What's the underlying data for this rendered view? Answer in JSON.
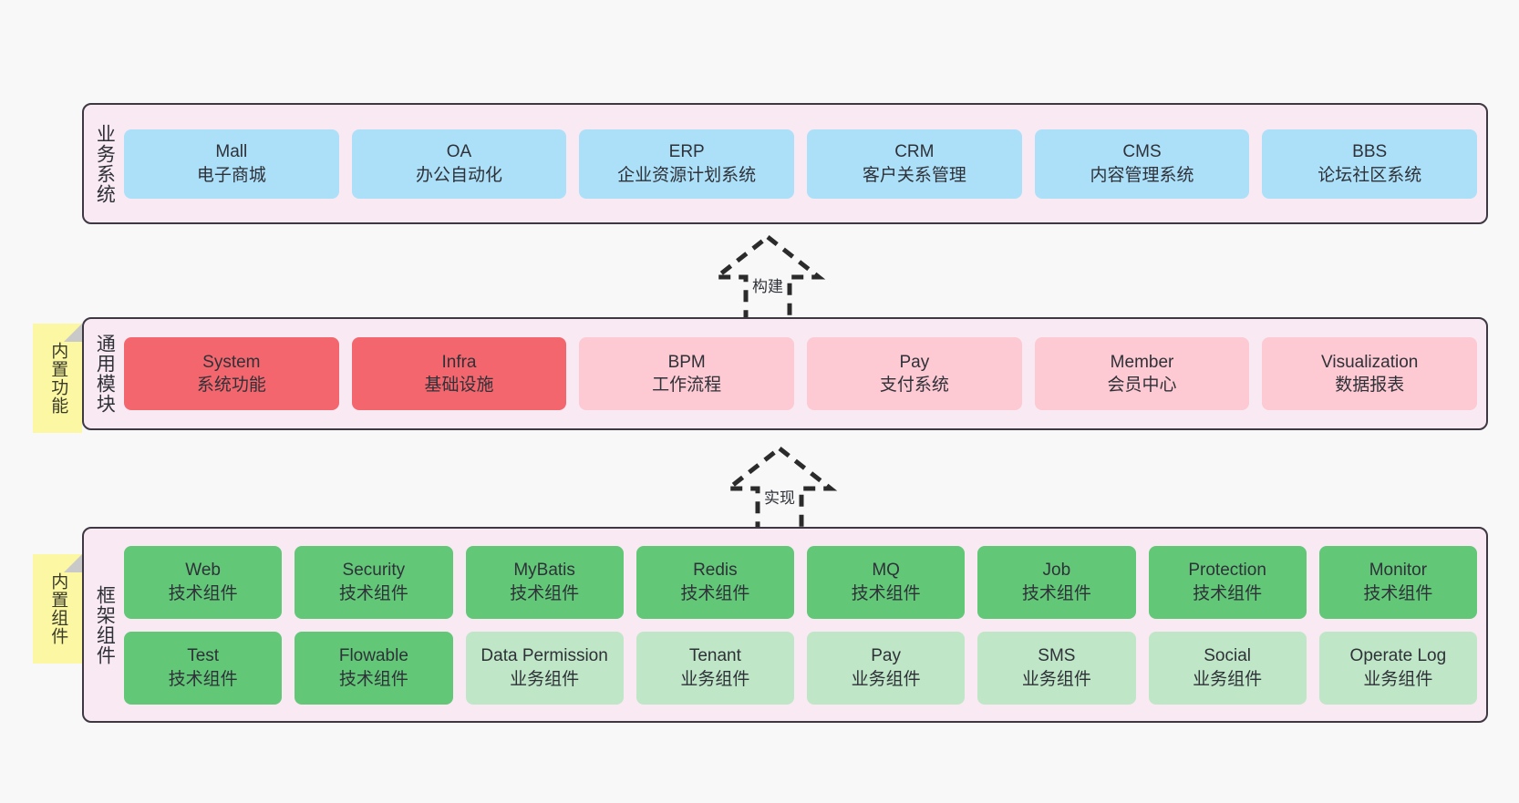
{
  "diagram": {
    "background_color": "#f8f8f8",
    "container_fill": "#f8e9f3",
    "container_border": "#3d3842",
    "note_color": "#fbf7a3"
  },
  "layers": [
    {
      "id": "business",
      "title": "业务系统",
      "card_color": "#ace0f9",
      "rows": [
        [
          {
            "en": "Mall",
            "cn": "电子商城",
            "style": "c-blue"
          },
          {
            "en": "OA",
            "cn": "办公自动化",
            "style": "c-blue"
          },
          {
            "en": "ERP",
            "cn": "企业资源计划系统",
            "style": "c-blue"
          },
          {
            "en": "CRM",
            "cn": "客户关系管理",
            "style": "c-blue"
          },
          {
            "en": "CMS",
            "cn": "内容管理系统",
            "style": "c-blue"
          },
          {
            "en": "BBS",
            "cn": "论坛社区系统",
            "style": "c-blue"
          }
        ]
      ]
    },
    {
      "id": "module",
      "title": "通用模块",
      "note": "内置功能",
      "rows": [
        [
          {
            "en": "System",
            "cn": "系统功能",
            "style": "c-red"
          },
          {
            "en": "Infra",
            "cn": "基础设施",
            "style": "c-red"
          },
          {
            "en": "BPM",
            "cn": "工作流程",
            "style": "c-pink"
          },
          {
            "en": "Pay",
            "cn": "支付系统",
            "style": "c-pink"
          },
          {
            "en": "Member",
            "cn": "会员中心",
            "style": "c-pink"
          },
          {
            "en": "Visualization",
            "cn": "数据报表",
            "style": "c-pink"
          }
        ]
      ]
    },
    {
      "id": "framework",
      "title": "框架组件",
      "note": "内置组件",
      "rows": [
        [
          {
            "en": "Web",
            "cn": "技术组件",
            "style": "c-green"
          },
          {
            "en": "Security",
            "cn": "技术组件",
            "style": "c-green"
          },
          {
            "en": "MyBatis",
            "cn": "技术组件",
            "style": "c-green"
          },
          {
            "en": "Redis",
            "cn": "技术组件",
            "style": "c-green"
          },
          {
            "en": "MQ",
            "cn": "技术组件",
            "style": "c-green"
          },
          {
            "en": "Job",
            "cn": "技术组件",
            "style": "c-green"
          },
          {
            "en": "Protection",
            "cn": "技术组件",
            "style": "c-green"
          },
          {
            "en": "Monitor",
            "cn": "技术组件",
            "style": "c-green"
          }
        ],
        [
          {
            "en": "Test",
            "cn": "技术组件",
            "style": "c-green"
          },
          {
            "en": "Flowable",
            "cn": "技术组件",
            "style": "c-green"
          },
          {
            "en": "Data Permission",
            "cn": "业务组件",
            "style": "c-greenlight"
          },
          {
            "en": "Tenant",
            "cn": "业务组件",
            "style": "c-greenlight"
          },
          {
            "en": "Pay",
            "cn": "业务组件",
            "style": "c-greenlight"
          },
          {
            "en": "SMS",
            "cn": "业务组件",
            "style": "c-greenlight"
          },
          {
            "en": "Social",
            "cn": "业务组件",
            "style": "c-greenlight"
          },
          {
            "en": "Operate Log",
            "cn": "业务组件",
            "style": "c-greenlight"
          }
        ]
      ]
    }
  ],
  "arrows": [
    {
      "id": "build",
      "label": "构建",
      "style": "dashed-hollow-triangle"
    },
    {
      "id": "implement",
      "label": "实现",
      "style": "dashed-hollow-triangle"
    }
  ],
  "notes": [
    {
      "id": "functions",
      "text": "内置功能"
    },
    {
      "id": "components",
      "text": "内置组件"
    }
  ]
}
